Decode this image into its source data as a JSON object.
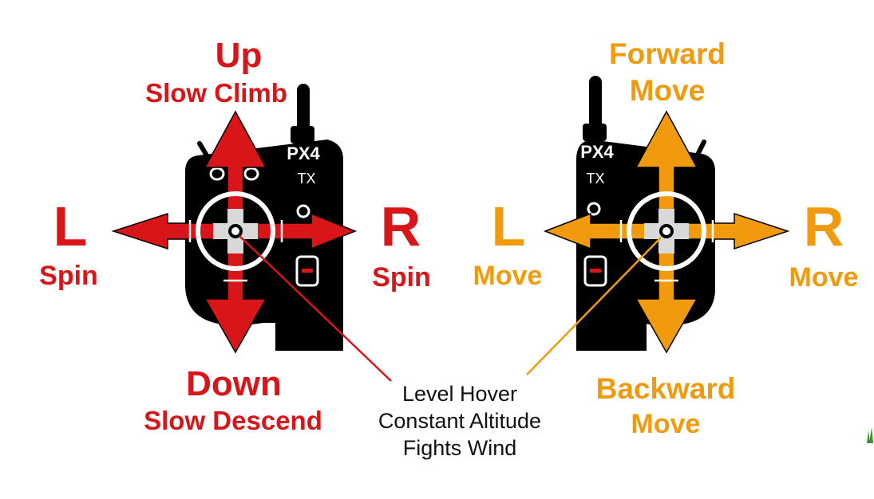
{
  "colors": {
    "left_accent": "#d81518",
    "right_accent": "#f29a0d",
    "body": "#000000",
    "ring": "#ffffff",
    "caption": "#111111"
  },
  "left_stick": {
    "up": "Up",
    "up_sub": "Slow Climb",
    "down": "Down",
    "down_sub": "Slow Descend",
    "left": "L",
    "left_sub": "Spin",
    "right": "R",
    "right_sub": "Spin"
  },
  "right_stick": {
    "up": "Forward",
    "up_sub": "Move",
    "down": "Backward",
    "down_sub": "Move",
    "left": "L",
    "left_sub": "Move",
    "right": "R",
    "right_sub": "Move"
  },
  "transmitter": {
    "brand": "PX4",
    "model": "TX"
  },
  "center_caption": {
    "line1": "Level Hover",
    "line2": "Constant Altitude",
    "line3": "Fights Wind"
  },
  "icons": [
    "antenna-icon",
    "toggle-switch-icon",
    "up-arrow-icon",
    "down-arrow-icon",
    "left-arrow-icon",
    "right-arrow-icon",
    "gimbal-cross-icon"
  ]
}
